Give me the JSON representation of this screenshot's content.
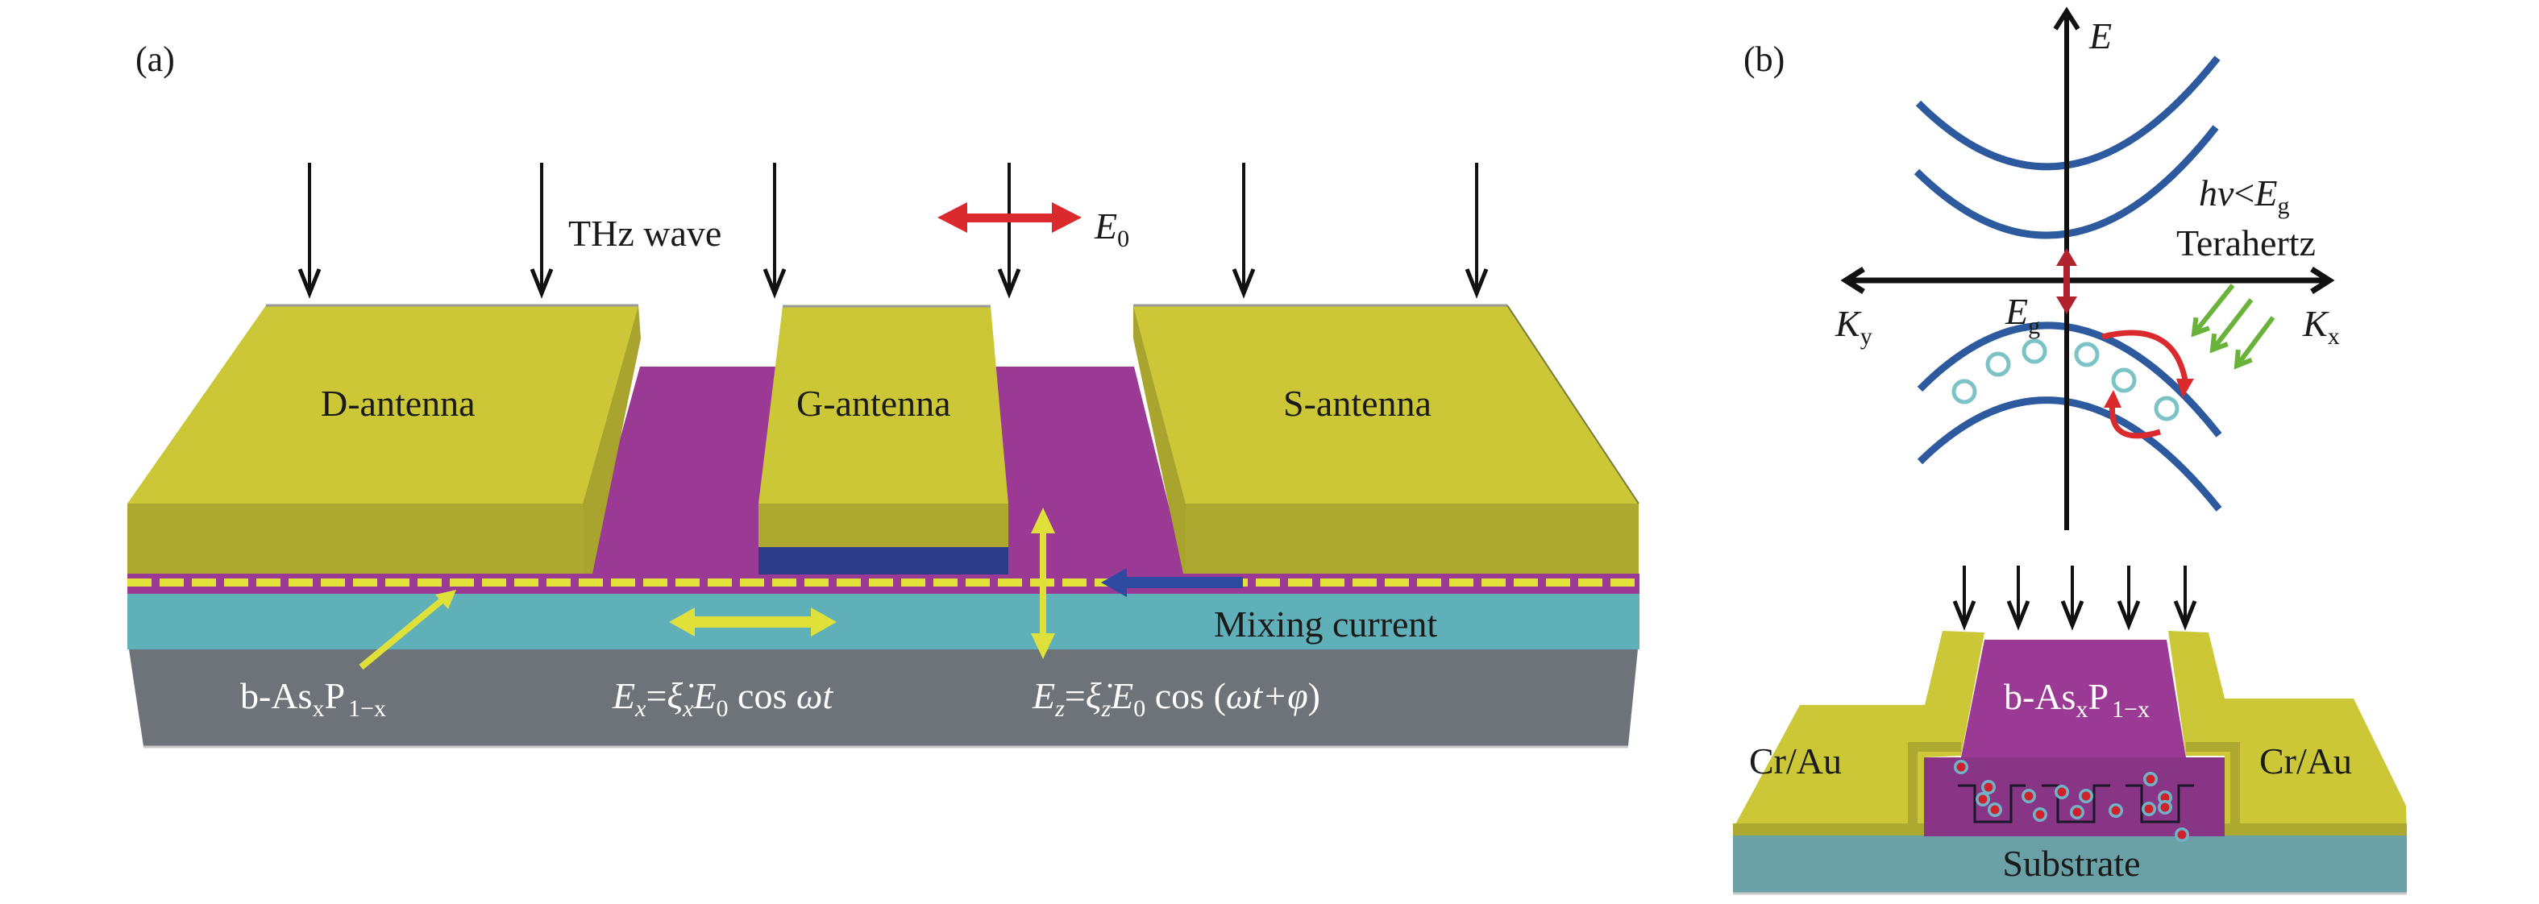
{
  "panel_a": {
    "label": "(a)",
    "thz_wave_label": "THz wave",
    "polarization_label": {
      "main": "E",
      "sub": "0"
    },
    "antennas": [
      {
        "id": "d",
        "label": "D-antenna"
      },
      {
        "id": "g",
        "label": "G-antenna"
      },
      {
        "id": "s",
        "label": "S-antenna"
      }
    ],
    "material_label": {
      "prefix": "b-As",
      "sub1": "x",
      "mid": "P",
      "sub2": "1−x"
    },
    "mixing_current_label": "Mixing current",
    "eq_x": {
      "lhs": "E",
      "lhs_sub": "x",
      "eq": "=",
      "xi": "ξ̇",
      "xi_sub": "x",
      "e0": "E",
      "e0_sub": "0",
      "rhs": " cos ",
      "arg": "ωt"
    },
    "eq_z": {
      "lhs": "E",
      "lhs_sub": "z",
      "eq": "=",
      "xi": "ξ̇",
      "xi_sub": "z",
      "e0": "E",
      "e0_sub": "0",
      "rhs": " cos (",
      "arg": "ωt+φ",
      "close": ")"
    },
    "incident_arrow_count": 6
  },
  "panel_b": {
    "label": "(b)",
    "band_diagram": {
      "energy_axis_label": "E",
      "ky_label": {
        "main": "K",
        "sub": "y"
      },
      "kx_label": {
        "main": "K",
        "sub": "x"
      },
      "gap_label": {
        "main": "E",
        "sub": "g"
      },
      "photon_condition": {
        "hv": "hv",
        "lt": "<",
        "e": "E",
        "sub": "g"
      },
      "photon_label": "Terahertz"
    },
    "device": {
      "contact_left_label": "Cr/Au",
      "contact_right_label": "Cr/Au",
      "channel_label": {
        "prefix": "b-As",
        "sub1": "x",
        "mid": "P",
        "sub2": "1−x"
      },
      "substrate_label": "Substrate",
      "incident_arrow_count": 5
    }
  },
  "colors": {
    "gold_top": "#cbc737",
    "gold_front": "#ada930",
    "gold_side": "#a8a42e",
    "purple": "#9b3a94",
    "purple_dark": "#873584",
    "teal": "#5fb0b8",
    "teal_b": "#6aa1a6",
    "gray": "#6e7279",
    "navy": "#2e3a8a",
    "blue_arrow": "#2d4aa0",
    "dash_yellow": "#e0e23a",
    "arrow_yellow": "#dfe13a",
    "red": "#da2a2e",
    "dark_red": "#b0222e",
    "band_blue": "#2d5a9e",
    "hole_teal": "#7cc3c8",
    "green_text": "#18a050",
    "green_arrow": "#6ab33a",
    "electron_red": "#d0202a"
  }
}
